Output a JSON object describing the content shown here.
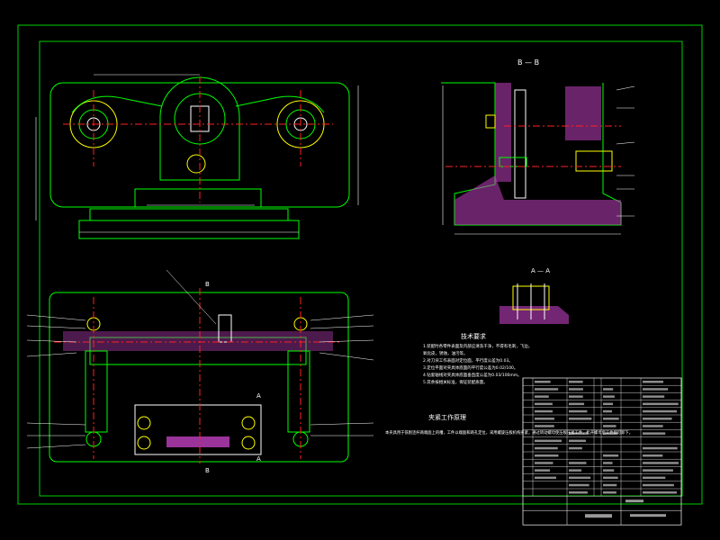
{
  "drawing": {
    "section_label_bb": "B — B",
    "section_label_aa": "A — A",
    "cut_b": "B",
    "cut_a": "A",
    "notes_title": "技术要求",
    "notes": [
      "1.装配时各零件表面及内部应清洗干净，不得有毛刺，飞边，",
      "  氧化皮，锈蚀，油污等。",
      "2.对刀块工作表面对定位面，平行度公差为0.03。",
      "3.定位平面对夹具体底面的平行度公差为0.02/100。",
      "4.钻套轴线对夹具体底面垂直度公差为0.03/100mm。",
      "5.其余按相关标准，保证装配质量。"
    ],
    "work_title": "夹紧工作原理",
    "work_desc": "本夹具用于铣削连杆两端面上的槽，工件以端面和两孔定位，采用螺旋压板机构夹紧，通过转动螺母使压板压紧工件，松开螺母后工件即可卸下。",
    "colors": {
      "frame": "#00d000",
      "green": "#00ff00",
      "red": "#ff2020",
      "yellow": "#ffff00",
      "hatch": "#ff40ff",
      "white": "#ffffff",
      "cyan": "#40ffff"
    }
  }
}
